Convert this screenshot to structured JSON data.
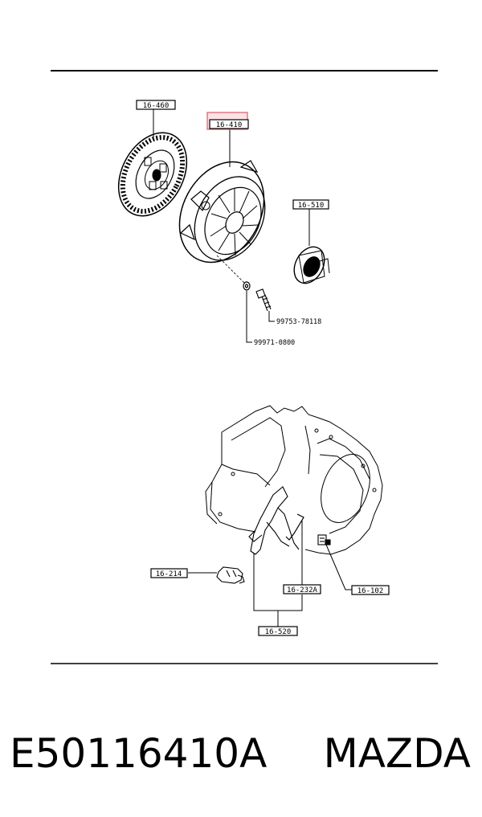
{
  "labels": {
    "clutch_disc": "16-460",
    "clutch_cover": "16-410",
    "release_bearing": "16-510",
    "bolt": "99753-78118",
    "washer": "99971-0800",
    "pilot_sensor": "16-214",
    "spring_clip": "16-232A",
    "bushing": "16-102",
    "release_fork": "16-520"
  },
  "caption": {
    "part_number": "E50116410A",
    "brand": "MAZDA"
  },
  "colors": {
    "highlight": "#e05a6a",
    "line": "#000000"
  }
}
